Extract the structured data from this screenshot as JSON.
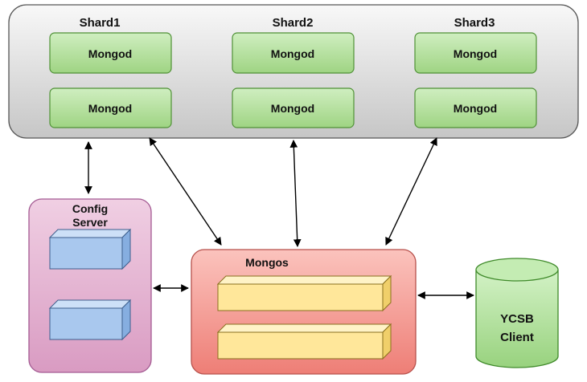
{
  "shards": [
    {
      "label": "Shard1",
      "nodes": [
        "Mongod",
        "Mongod"
      ]
    },
    {
      "label": "Shard2",
      "nodes": [
        "Mongod",
        "Mongod"
      ]
    },
    {
      "label": "Shard3",
      "nodes": [
        "Mongod",
        "Mongod"
      ]
    }
  ],
  "config_server": {
    "label_line1": "Config",
    "label_line2": "Server"
  },
  "mongos": {
    "label": "Mongos"
  },
  "client": {
    "label_line1": "YCSB",
    "label_line2": "Client"
  },
  "colors": {
    "cluster_fill_top": "#f7f7f7",
    "cluster_fill_bottom": "#c9c9c9",
    "mongod_fill": "#b9e3a4",
    "mongod_stroke": "#5a9e3e",
    "config_fill": "#e4b0cf",
    "config_stroke": "#a9609a",
    "mongos_fill": "#f4a19b",
    "mongos_stroke": "#c65a55",
    "block_blue": "#a9c8ee",
    "block_yellow": "#ffe79a",
    "client_fill": "#b6e6a2",
    "client_stroke": "#5a9e3e"
  }
}
